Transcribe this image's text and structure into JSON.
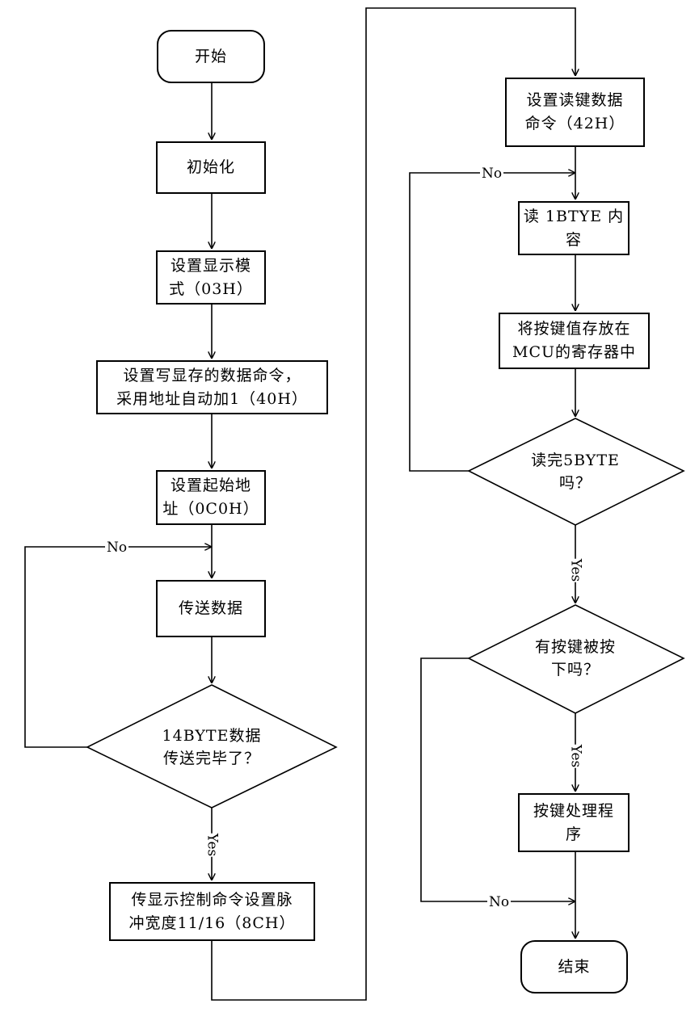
{
  "left_column": {
    "start": "开始",
    "init": "初始化",
    "set_display_mode": "设置显示模\n式（03H）",
    "set_write_cmd": "设置写显存的数据命令，\n采用地址自动加1（40H）",
    "set_start_addr": "设置起始地\n址（0C0H）",
    "send_data": "传送数据",
    "decision_14byte": "14BYTE数据\n传送完毕了？",
    "display_ctrl": "传显示控制命令设置脉\n冲宽度11/16（8CH）"
  },
  "right_column": {
    "set_read_cmd": "设置读键数据\n命令（42H）",
    "read_byte": "读 1BTYE 内\n容",
    "store_key": "将按键值存放在\nMCU的寄存器中",
    "decision_5byte": "读完5BYTE\n吗？",
    "decision_key_pressed": "有按键被按\n下吗？",
    "key_handler": "按键处理程\n序",
    "end": "结束"
  },
  "branch_labels": {
    "no_loop_send": "No",
    "yes_send_done": "Yes",
    "no_loop_read": "No",
    "yes_read_done": "Yes",
    "yes_key": "Yes",
    "no_key": "No"
  }
}
